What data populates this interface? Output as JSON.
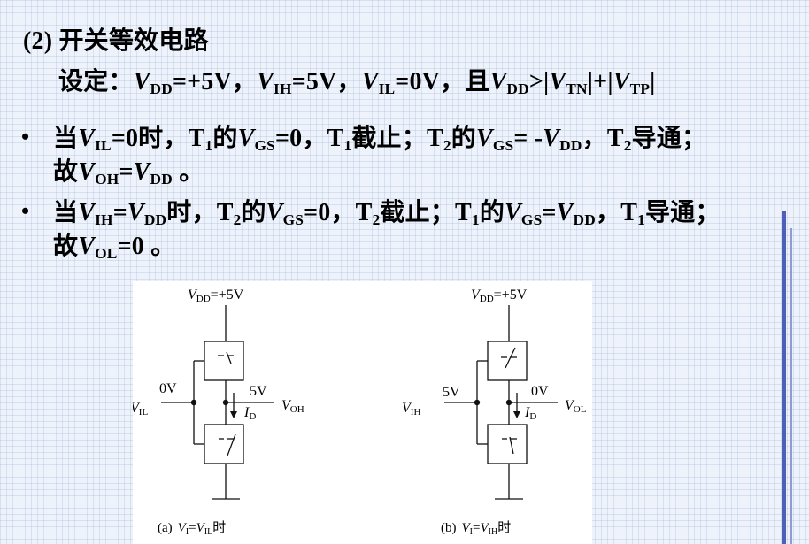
{
  "title": "(2) 开关等效电路",
  "setting": {
    "label": "设定：",
    "vdd_eq": "=+5V，",
    "vih_eq": "=5V，",
    "vil_eq": "=0V，且",
    "gt_abs": ">|",
    "abs_plus": "|+|",
    "abs_end": "|"
  },
  "bullets": [
    {
      "line1": {
        "prefix": "当",
        "vil_eq": "=0时，T",
        "t1_of": "的",
        "vgs_eq": "=0，T",
        "cut": "截止；T",
        "t2_of": "的",
        "vgs2_eq": "= -",
        "comma": "，T",
        "on": "导通；"
      },
      "line2": {
        "prefix": "故",
        "eq": "=",
        "end": " 。"
      }
    },
    {
      "line1": {
        "prefix": "当",
        "vih_eq": "=",
        "time": "时，T",
        "t2_of": "的",
        "vgs_eq": "=0，T",
        "cut": "截止；T",
        "t1_of": "的",
        "vgs2_eq": "=",
        "comma": "，T",
        "on": "导通；"
      },
      "line2": {
        "prefix": "故",
        "eq": "=0 。"
      }
    }
  ],
  "symbols": {
    "V": "V",
    "DD": "DD",
    "IH": "IH",
    "IL": "IL",
    "TN": "TN",
    "TP": "TP",
    "GS": "GS",
    "OH": "OH",
    "OL": "OL",
    "one": "1",
    "two": "2"
  },
  "figure": {
    "a": {
      "supply_v": "V",
      "supply_sub": "DD",
      "supply_val": "=+5V",
      "input_v": "V",
      "input_sub": "IL",
      "input_level": "0V",
      "output_level": "5V",
      "id_i": "I",
      "id_sub": "D",
      "output_v": "V",
      "output_sub": "OH",
      "caption_tag": "(a)",
      "caption_v1": "V",
      "caption_sub1": "I",
      "caption_eq": "=",
      "caption_v2": "V",
      "caption_sub2": "IL",
      "caption_end": "时"
    },
    "b": {
      "supply_v": "V",
      "supply_sub": "DD",
      "supply_val": "=+5V",
      "input_v": "V",
      "input_sub": "IH",
      "input_level": "5V",
      "output_level": "0V",
      "id_i": "I",
      "id_sub": "D",
      "output_v": "V",
      "output_sub": "OL",
      "caption_tag": "(b)",
      "caption_v1": "V",
      "caption_sub1": "I",
      "caption_eq": "=",
      "caption_v2": "V",
      "caption_sub2": "IH",
      "caption_end": "时"
    }
  }
}
